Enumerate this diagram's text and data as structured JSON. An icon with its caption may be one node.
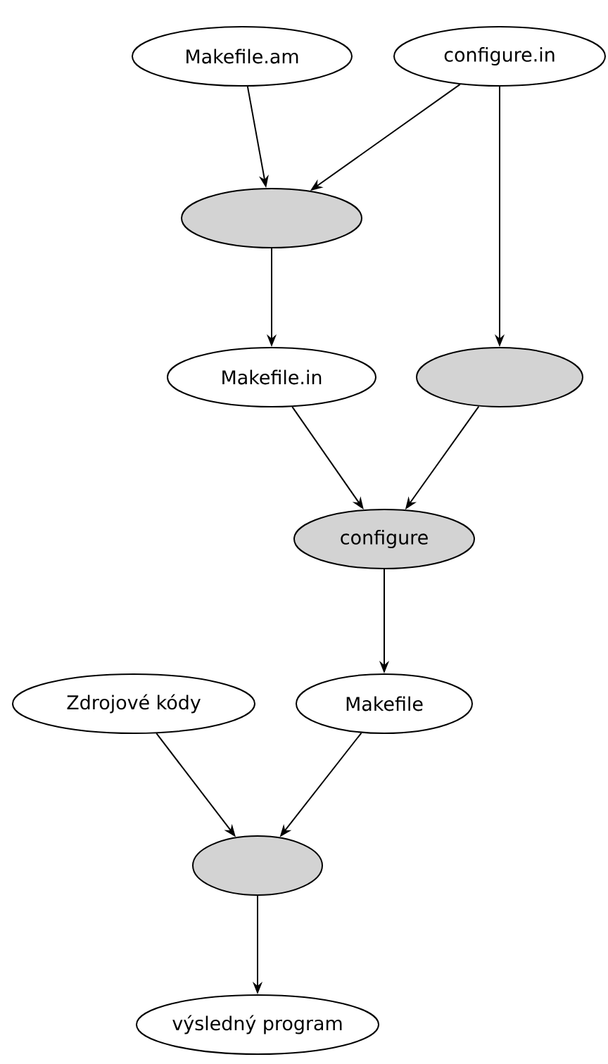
{
  "diagram": {
    "nodes": [
      {
        "text": [
          "Makefile.am"
        ]
      },
      {
        "text": [
          "configure.in"
        ]
      },
      {
        "text": [],
        "shape": "ellipse"
      },
      {
        "text": [
          "Makefile.in"
        ]
      },
      {
        "text": [],
        "shape": "ellipse"
      },
      {
        "text": [
          "configure"
        ]
      },
      {
        "text": [
          "Zdrojové kódy"
        ]
      },
      {
        "text": [
          "Makefile"
        ]
      },
      {
        "text": [],
        "shape": "ellipse"
      },
      {
        "text": [
          "výsledný program"
        ]
      }
    ],
    "edges": [
      {
        "from": 0,
        "to": 2,
        "arrow": "to"
      },
      {
        "from": 1,
        "to": 2,
        "arrow": "to"
      },
      {
        "from": 1,
        "to": 4,
        "arrow": "to"
      },
      {
        "from": 2,
        "to": 3,
        "arrow": "to"
      },
      {
        "from": 3,
        "to": 5,
        "arrow": "to"
      },
      {
        "from": 4,
        "to": 5,
        "arrow": "to"
      },
      {
        "from": 5,
        "to": 7,
        "arrow": "to"
      },
      {
        "from": 6,
        "to": 8,
        "arrow": "to"
      },
      {
        "from": 7,
        "to": 8,
        "arrow": "to"
      },
      {
        "from": 8,
        "to": 9,
        "arrow": "to"
      }
    ]
  }
}
